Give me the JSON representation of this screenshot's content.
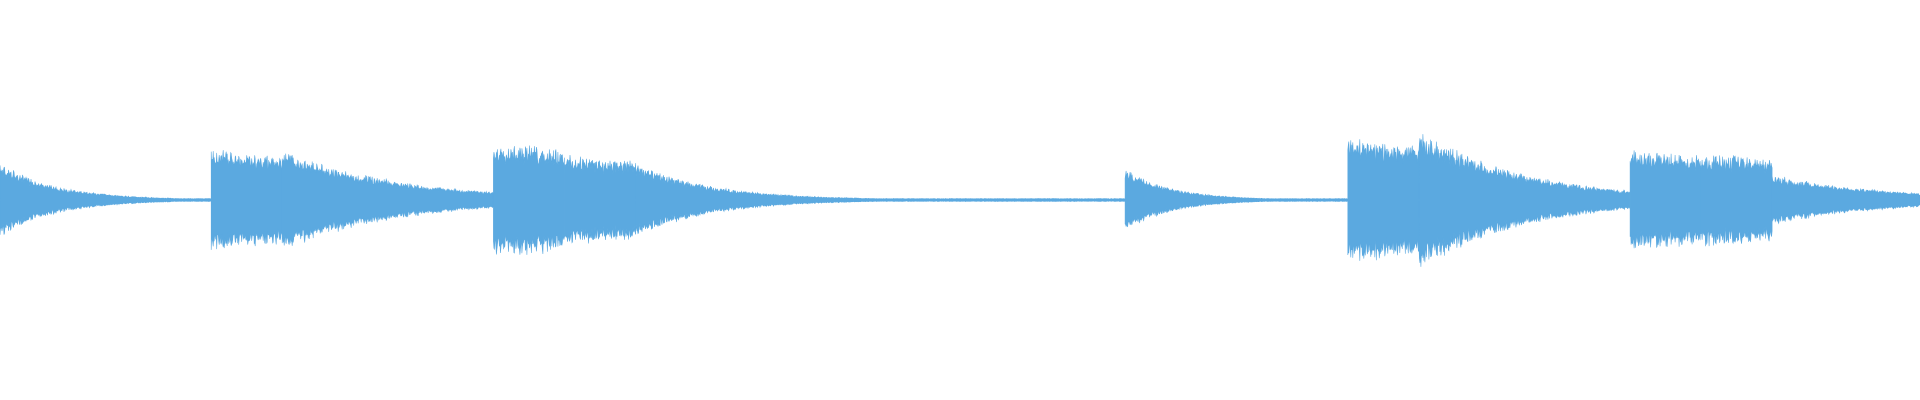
{
  "waveform": {
    "color": "#5ba9e0",
    "background": "#ffffff",
    "duration": 1.0,
    "floor_amplitude": 0.008,
    "segments": [
      {
        "start": 0.0,
        "end": 0.11,
        "peak": 0.19,
        "decay": 0.03
      },
      {
        "start": 0.11,
        "end": 0.147,
        "peak": 0.26,
        "decay": 0.3
      },
      {
        "start": 0.147,
        "end": 0.257,
        "peak": 0.26,
        "decay": 0.06
      },
      {
        "start": 0.257,
        "end": 0.294,
        "peak": 0.3,
        "decay": 0.3
      },
      {
        "start": 0.294,
        "end": 0.331,
        "peak": 0.23,
        "decay": 0.3
      },
      {
        "start": 0.331,
        "end": 0.586,
        "peak": 0.19,
        "decay": 0.04
      },
      {
        "start": 0.586,
        "end": 0.702,
        "peak": 0.16,
        "decay": 0.025
      },
      {
        "start": 0.702,
        "end": 0.739,
        "peak": 0.32,
        "decay": 0.3
      },
      {
        "start": 0.739,
        "end": 0.849,
        "peak": 0.36,
        "decay": 0.055
      },
      {
        "start": 0.849,
        "end": 0.886,
        "peak": 0.26,
        "decay": 0.3
      },
      {
        "start": 0.886,
        "end": 0.923,
        "peak": 0.24,
        "decay": 0.3
      },
      {
        "start": 0.923,
        "end": 1.0,
        "peak": 0.13,
        "decay": 0.06
      }
    ]
  }
}
